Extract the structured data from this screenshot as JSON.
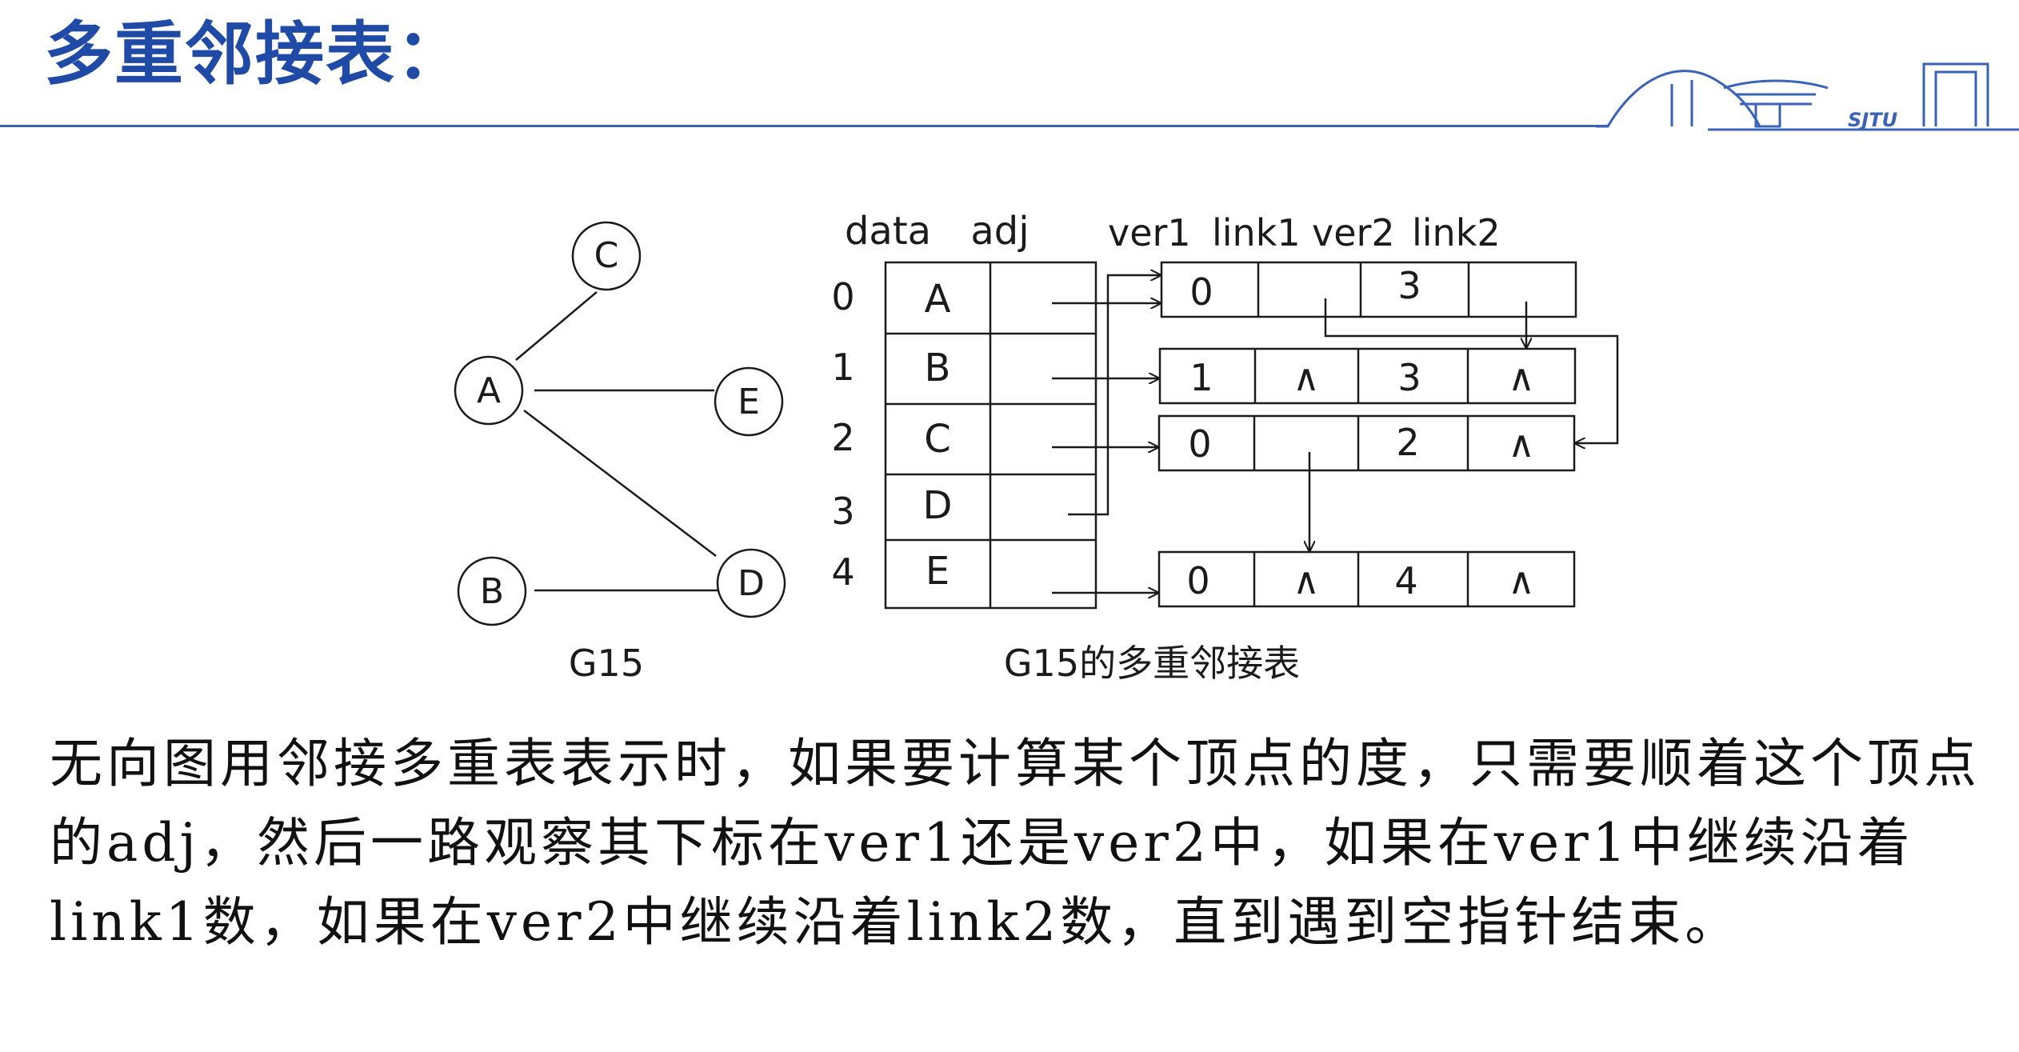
{
  "slide": {
    "title": "多重邻接表：",
    "logo_text": "SJTU",
    "body": "无向图用邻接多重表表示时，如果要计算某个顶点的度，只需要顺着这个顶点的adj，然后一路观察其下标在ver1还是ver2中，如果在ver1中继续沿着link1数，如果在ver2中继续沿着link2数，直到遇到空指针结束。"
  },
  "graph": {
    "caption": "G15",
    "nodes": [
      "C",
      "A",
      "E",
      "B",
      "D"
    ]
  },
  "vertex_table": {
    "headers": [
      "data",
      "adj"
    ],
    "indices": [
      "0",
      "1",
      "2",
      "3",
      "4"
    ],
    "data": [
      "A",
      "B",
      "C",
      "D",
      "E"
    ]
  },
  "edge_table": {
    "headers": [
      "ver1",
      "link1",
      "ver2",
      "link2"
    ],
    "null_symbol": "∧",
    "rows": [
      {
        "ver1": "0",
        "link1": "",
        "ver2": "3",
        "link2": ""
      },
      {
        "ver1": "1",
        "link1": "∧",
        "ver2": "3",
        "link2": "∧"
      },
      {
        "ver1": "0",
        "link1": "",
        "ver2": "2",
        "link2": "∧"
      },
      {
        "ver1": "0",
        "link1": "∧",
        "ver2": "4",
        "link2": "∧"
      }
    ]
  },
  "figure_caption": "G15的多重邻接表",
  "colors": {
    "title": "#1f4aa5",
    "rule": "#3a62b5",
    "logo": "#3a62b5",
    "ink": "#1b1b1b"
  }
}
